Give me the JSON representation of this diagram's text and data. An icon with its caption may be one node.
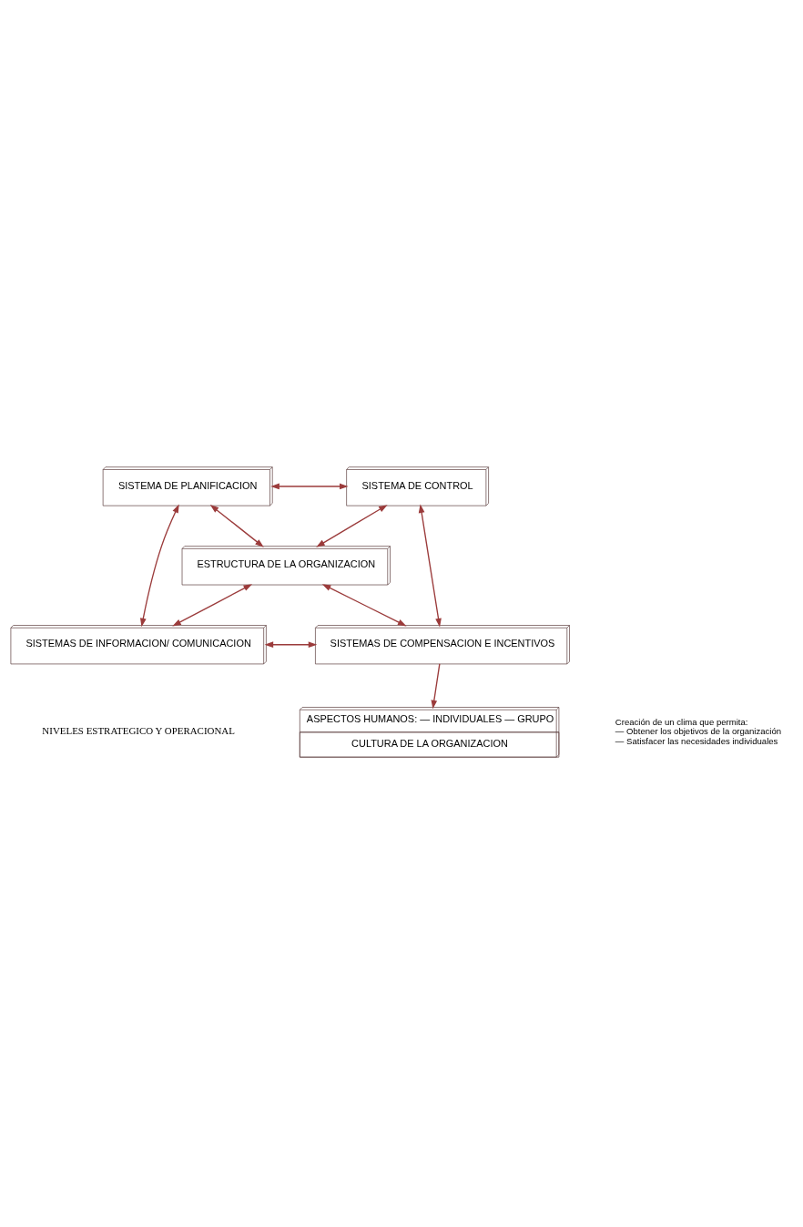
{
  "diagram": {
    "nodes": [
      {
        "text": [
          "SISTEMA DE PLANIFICACION"
        ]
      },
      {
        "text": [
          "SISTEMA DE CONTROL"
        ]
      },
      {
        "text": [
          "ESTRUCTURA DE LA ORGANIZACION"
        ]
      },
      {
        "text": [
          "SISTEMAS DE INFORMACION/ COMUNICACION"
        ]
      },
      {
        "text": [
          "SISTEMAS DE COMPENSACION E INCENTIVOS"
        ]
      },
      {
        "text": [
          "ASPECTOS HUMANOS: — INDIVIDUALES — GRUPO",
          "CULTURA DE LA ORGANIZACION"
        ]
      }
    ],
    "edges": [
      {
        "from": 0,
        "to": 1,
        "arrow": "both"
      },
      {
        "from": 0,
        "to": 3,
        "arrow": "both"
      },
      {
        "from": 0,
        "to": 2,
        "arrow": "both"
      },
      {
        "from": 1,
        "to": 2,
        "arrow": "both"
      },
      {
        "from": 1,
        "to": 4,
        "arrow": "both"
      },
      {
        "from": 2,
        "to": 3,
        "arrow": "both"
      },
      {
        "from": 2,
        "to": 4,
        "arrow": "both"
      },
      {
        "from": 3,
        "to": 4,
        "arrow": "both"
      },
      {
        "from": 4,
        "to": 5,
        "arrow": "to"
      }
    ],
    "labels": [
      "NIVELES ESTRATEGICO Y OPERACIONAL",
      "Creación de un clima que permita:",
      "— Obtener los objetivos de la organización",
      "— Satisfacer las necesidades individuales"
    ]
  }
}
